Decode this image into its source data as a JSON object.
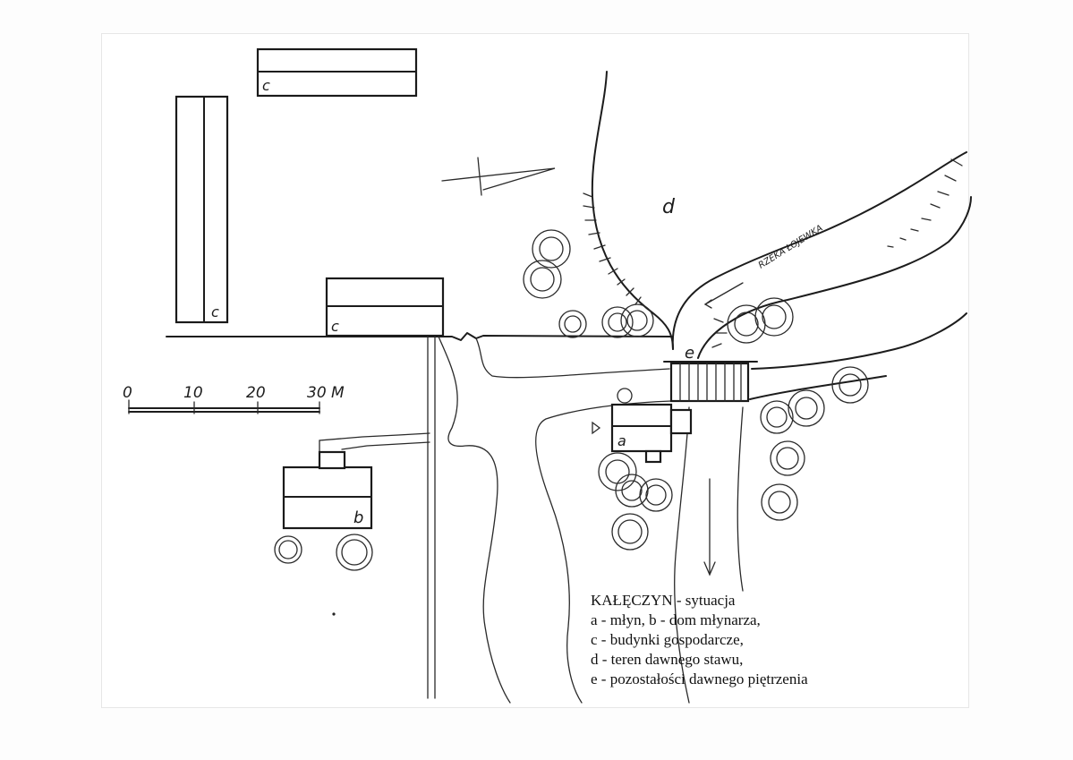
{
  "map": {
    "labels": {
      "a": "a",
      "b": "b",
      "c1": "c",
      "c2": "c",
      "c3": "c",
      "d": "d",
      "e": "e",
      "river": "RZEKA ŁOJEWKA"
    },
    "scale_bar": {
      "ticks": [
        "0",
        "10",
        "20",
        "30 M"
      ]
    },
    "legend": {
      "title_name": "KAŁĘCZYN",
      "title_suffix": " - sytuacja",
      "lines": [
        "a - młyn, b - dom młynarza,",
        "c - budynki gospodarcze,",
        "d - teren dawnego stawu,",
        "e - pozostałości dawnego piętrzenia"
      ]
    }
  }
}
